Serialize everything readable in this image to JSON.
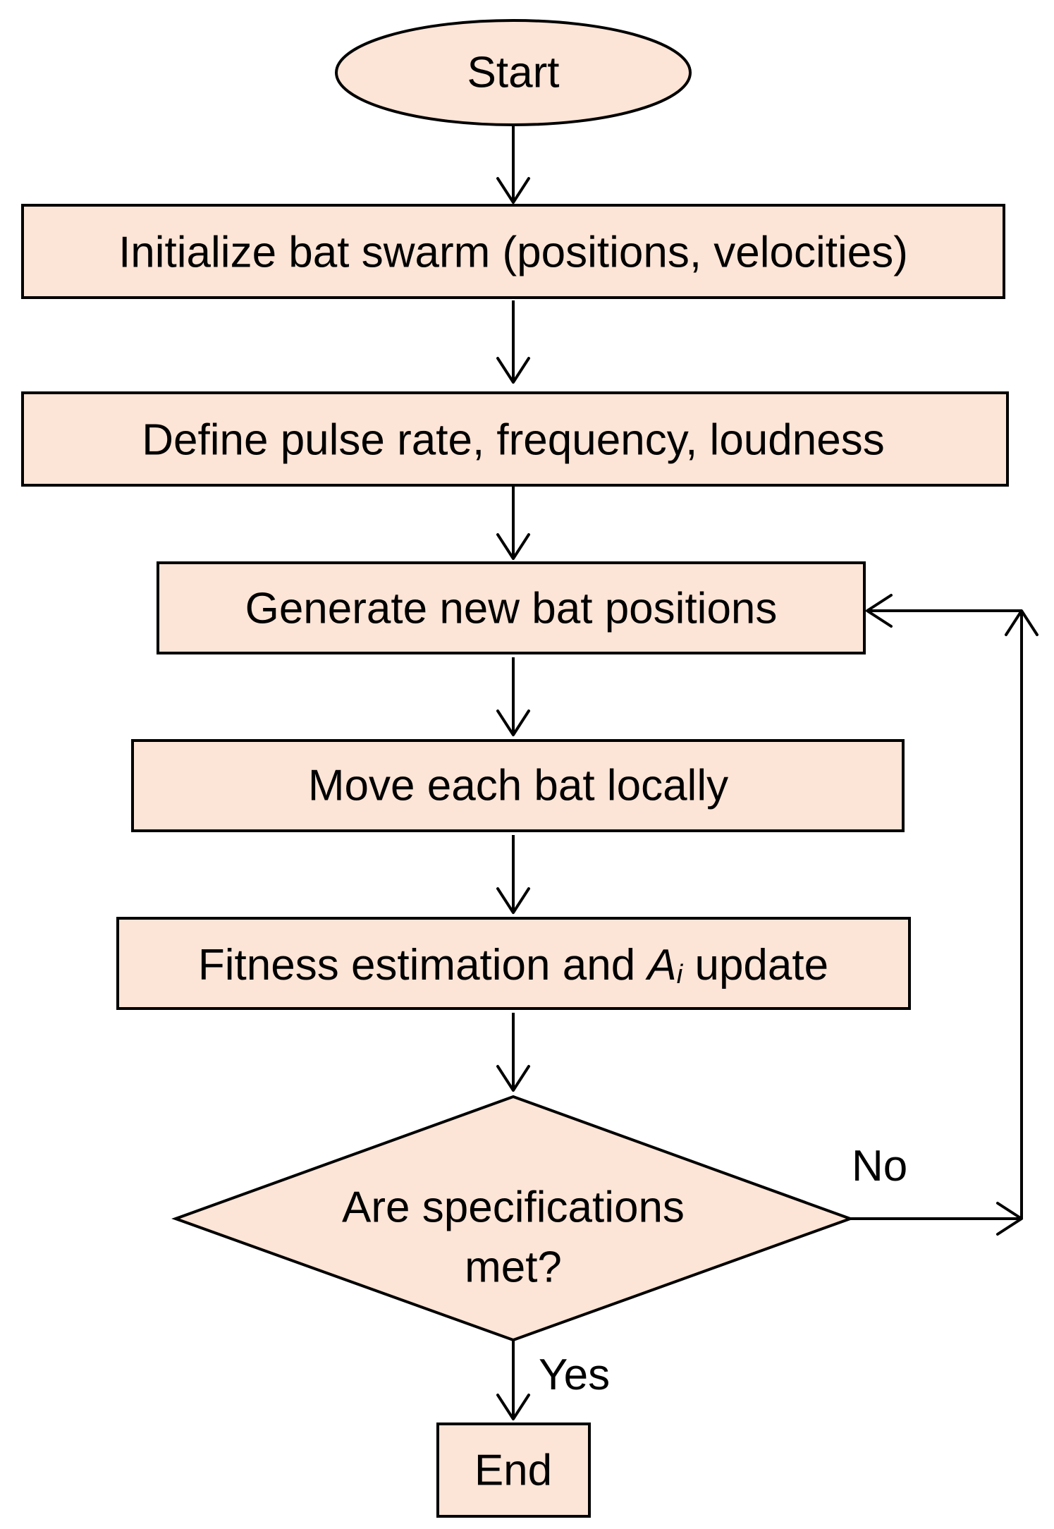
{
  "colors": {
    "node_fill": "#fce4d6",
    "stroke": "#000000",
    "background": "#ffffff"
  },
  "nodes": {
    "start": "Start",
    "init": "Initialize bat swarm (positions, velocities)",
    "define": "Define pulse rate, frequency, loudness",
    "generate": "Generate new bat positions",
    "move": "Move each bat locally",
    "fitness_prefix": "Fitness estimation and ",
    "fitness_symbol": "A",
    "fitness_subscript": "i",
    "fitness_suffix": " update",
    "decision_line1": "Are specifications",
    "decision_line2": "met?",
    "end": "End"
  },
  "edges": {
    "no_label": "No",
    "yes_label": "Yes"
  }
}
